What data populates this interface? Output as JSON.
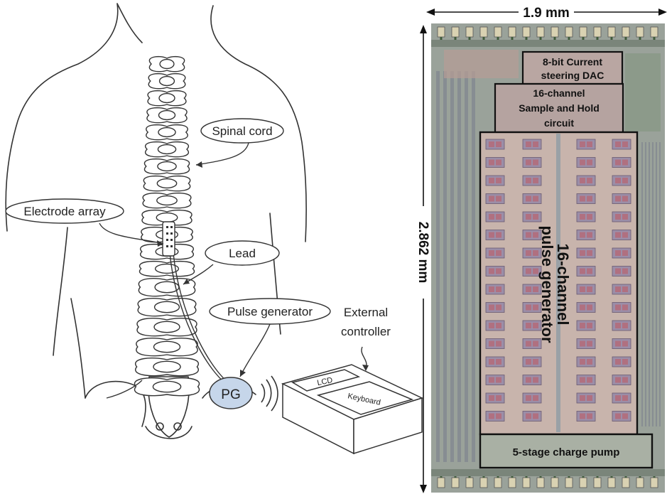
{
  "left_figure": {
    "callouts": {
      "spinal_cord": "Spinal cord",
      "electrode_array": "Electrode array",
      "lead": "Lead",
      "pulse_generator": "Pulse generator",
      "external_controller_line1": "External",
      "external_controller_line2": "controller"
    },
    "pg_label": "PG",
    "controller": {
      "lcd_label": "LCD",
      "keyboard_label": "Keyboard"
    }
  },
  "right_figure": {
    "width_dimension": "1.9 mm",
    "height_dimension": "2.862 mm",
    "blocks": {
      "dac_line1": "8-bit Current",
      "dac_line2": "steering DAC",
      "sh_line1": "16-channel",
      "sh_line2": "Sample and Hold",
      "sh_line3": "circuit",
      "pg_line1": "16-channel",
      "pg_line2": "pulse generator",
      "charge_pump": "5-stage charge pump"
    },
    "colors": {
      "die_background": "#9aa29a",
      "pulse_generator_fill": "#c8b4ac",
      "block_outline": "#111111",
      "metal_stripe": "#8a8f93"
    }
  }
}
